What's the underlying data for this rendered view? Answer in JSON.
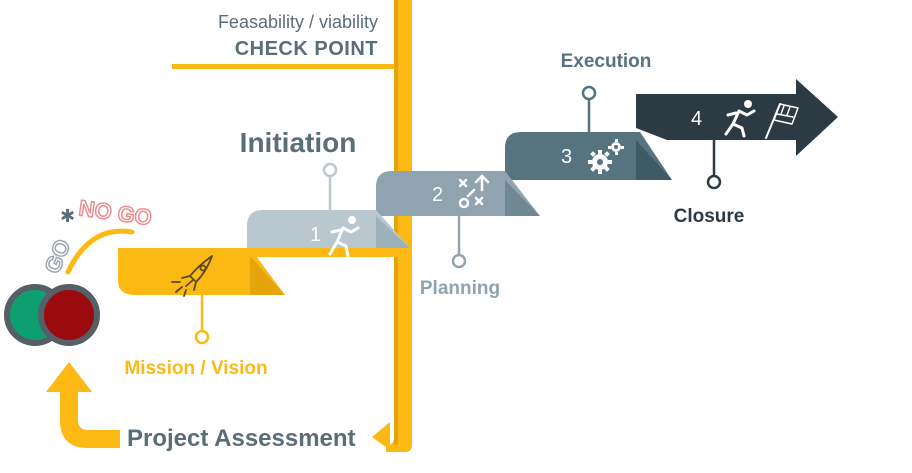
{
  "checkpoint": {
    "line1": "Feasability / viability",
    "line2": "CHECK POINT"
  },
  "go_no_go": {
    "go": "GO",
    "no_go": "NO GO"
  },
  "stages": [
    {
      "number": "1",
      "name": "Initiation",
      "icon": "running-person-icon"
    },
    {
      "number": "2",
      "name": "Planning",
      "icon": "strategy-plan-icon"
    },
    {
      "number": "3",
      "name": "Execution",
      "icon": "gears-icon"
    },
    {
      "number": "4",
      "name": "Closure",
      "icon": "running-person-flag-icon"
    }
  ],
  "mission": {
    "label": "Mission / Vision",
    "icon": "rocket-icon"
  },
  "assessment": {
    "label": "Project Assessment"
  },
  "colors": {
    "yellow": "#FDB913",
    "stage1": "#B9C7CF",
    "stage2": "#8FA4AF",
    "stage3": "#557480",
    "stage4": "#2B3A43",
    "initiation_text": "#5A6E78",
    "planning_text": "#8FA4AF",
    "execution_text": "#557480",
    "closure_text": "#2B3A43",
    "go": "#9AA7AE",
    "no_go": "#EE8E8E",
    "light_green": "#0E9F71",
    "light_red": "#9B0A0E"
  }
}
